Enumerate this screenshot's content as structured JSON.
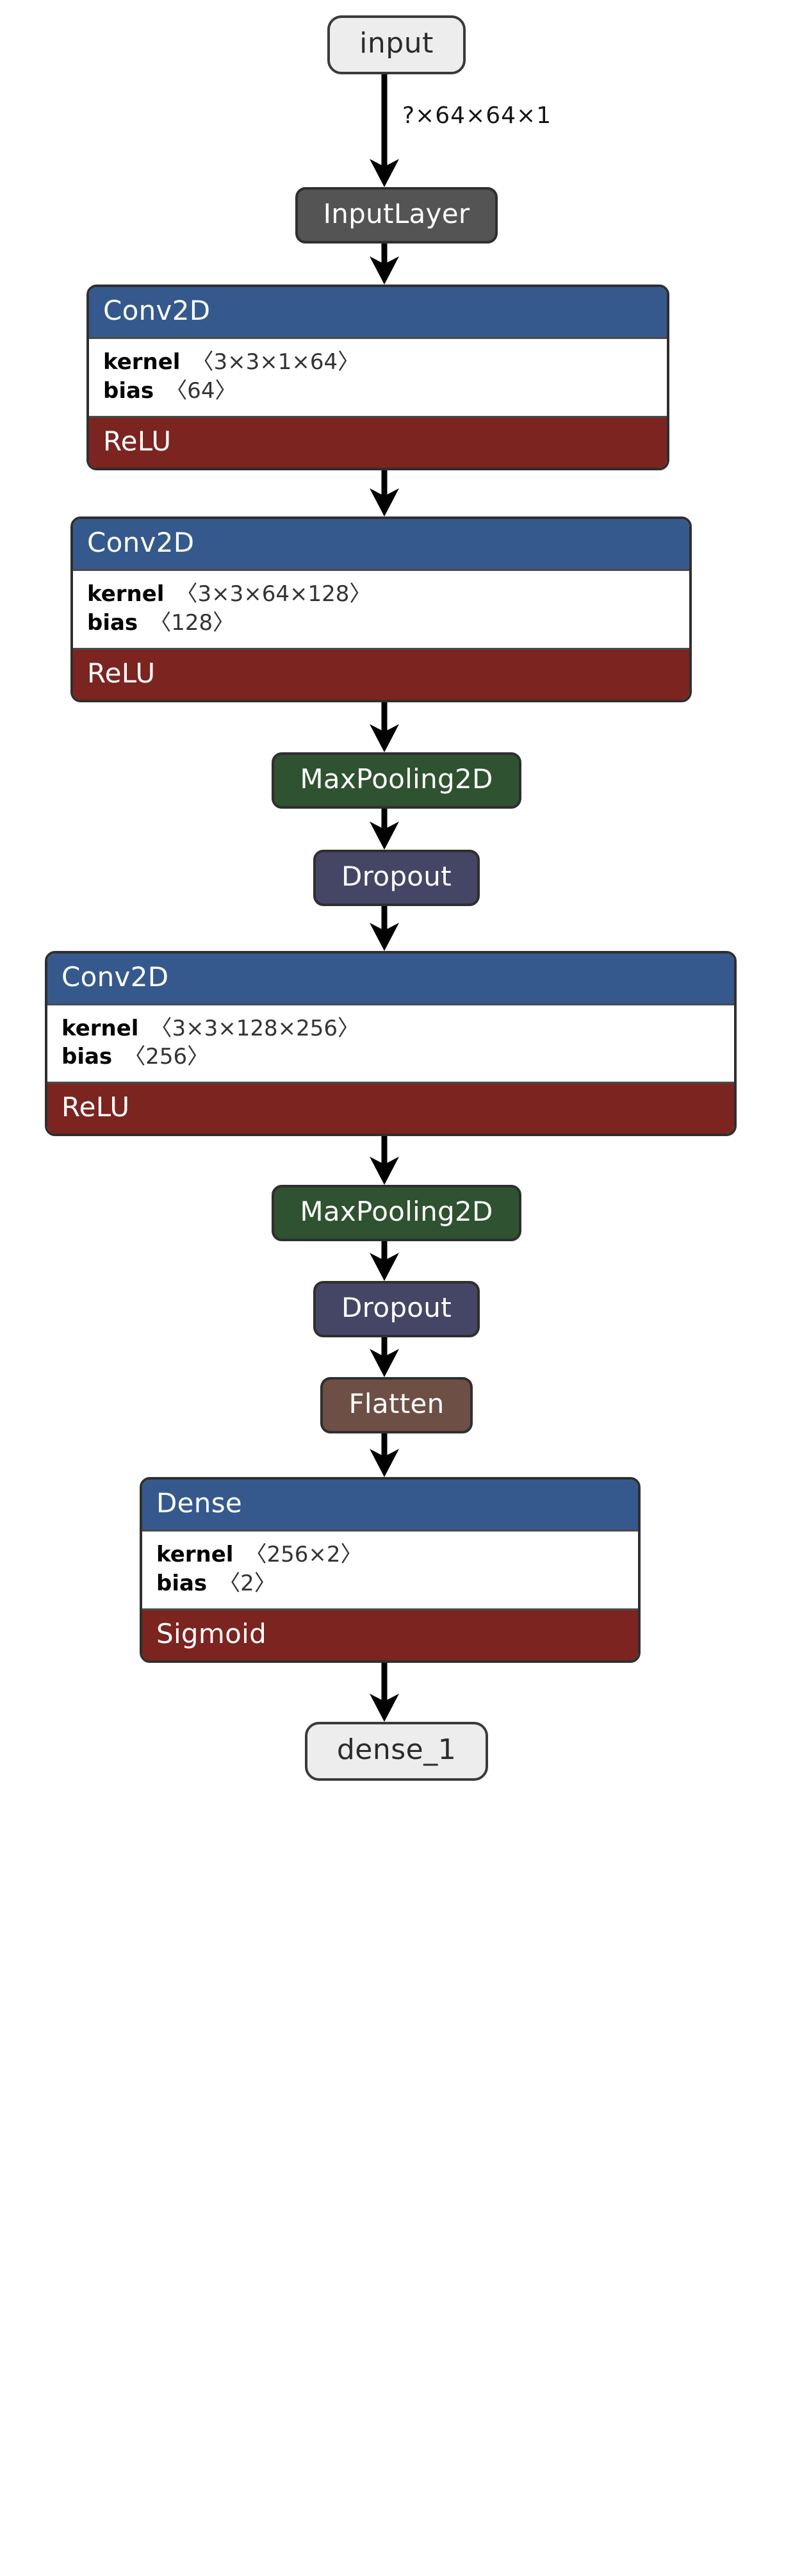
{
  "diagram": {
    "type": "neural-network-architecture",
    "framework": "keras",
    "orientation": "top-to-bottom",
    "background": "#ffffff",
    "colors": {
      "terminal_fill": "#ededed",
      "terminal_border": "#3a3a3a",
      "inputlayer_fill": "#545454",
      "conv_header_fill": "#35598c",
      "params_fill": "#ffffff",
      "activation_fill": "#7b2420",
      "maxpool_fill": "#2f5230",
      "dropout_fill": "#454565",
      "flatten_fill": "#6d4f45",
      "edge": "#000000",
      "node_border": "#2f2f2f"
    }
  },
  "nodes": {
    "input": {
      "label": "input",
      "kind": "terminal"
    },
    "input_layer": {
      "label": "InputLayer",
      "kind": "simple"
    },
    "conv1": {
      "kind": "compound",
      "title": "Conv2D",
      "params": [
        {
          "key": "kernel",
          "value": "〈3×3×1×64〉"
        },
        {
          "key": "bias",
          "value": "〈64〉"
        }
      ],
      "activation": "ReLU"
    },
    "conv2": {
      "kind": "compound",
      "title": "Conv2D",
      "params": [
        {
          "key": "kernel",
          "value": "〈3×3×64×128〉"
        },
        {
          "key": "bias",
          "value": "〈128〉"
        }
      ],
      "activation": "ReLU"
    },
    "maxpool1": {
      "label": "MaxPooling2D",
      "kind": "simple"
    },
    "dropout1": {
      "label": "Dropout",
      "kind": "simple"
    },
    "conv3": {
      "kind": "compound",
      "title": "Conv2D",
      "params": [
        {
          "key": "kernel",
          "value": "〈3×3×128×256〉"
        },
        {
          "key": "bias",
          "value": "〈256〉"
        }
      ],
      "activation": "ReLU"
    },
    "maxpool2": {
      "label": "MaxPooling2D",
      "kind": "simple"
    },
    "dropout2": {
      "label": "Dropout",
      "kind": "simple"
    },
    "flatten": {
      "label": "Flatten",
      "kind": "simple"
    },
    "dense": {
      "kind": "compound",
      "title": "Dense",
      "params": [
        {
          "key": "kernel",
          "value": "〈256×2〉"
        },
        {
          "key": "bias",
          "value": "〈2〉"
        }
      ],
      "activation": "Sigmoid"
    },
    "output": {
      "label": "dense_1",
      "kind": "terminal"
    }
  },
  "edges": [
    {
      "from": "input",
      "to": "input_layer",
      "label": "?×64×64×1"
    },
    {
      "from": "input_layer",
      "to": "conv1",
      "label": ""
    },
    {
      "from": "conv1",
      "to": "conv2",
      "label": ""
    },
    {
      "from": "conv2",
      "to": "maxpool1",
      "label": ""
    },
    {
      "from": "maxpool1",
      "to": "dropout1",
      "label": ""
    },
    {
      "from": "dropout1",
      "to": "conv3",
      "label": ""
    },
    {
      "from": "conv3",
      "to": "maxpool2",
      "label": ""
    },
    {
      "from": "maxpool2",
      "to": "dropout2",
      "label": ""
    },
    {
      "from": "dropout2",
      "to": "flatten",
      "label": ""
    },
    {
      "from": "flatten",
      "to": "dense",
      "label": ""
    },
    {
      "from": "dense",
      "to": "output",
      "label": ""
    }
  ]
}
